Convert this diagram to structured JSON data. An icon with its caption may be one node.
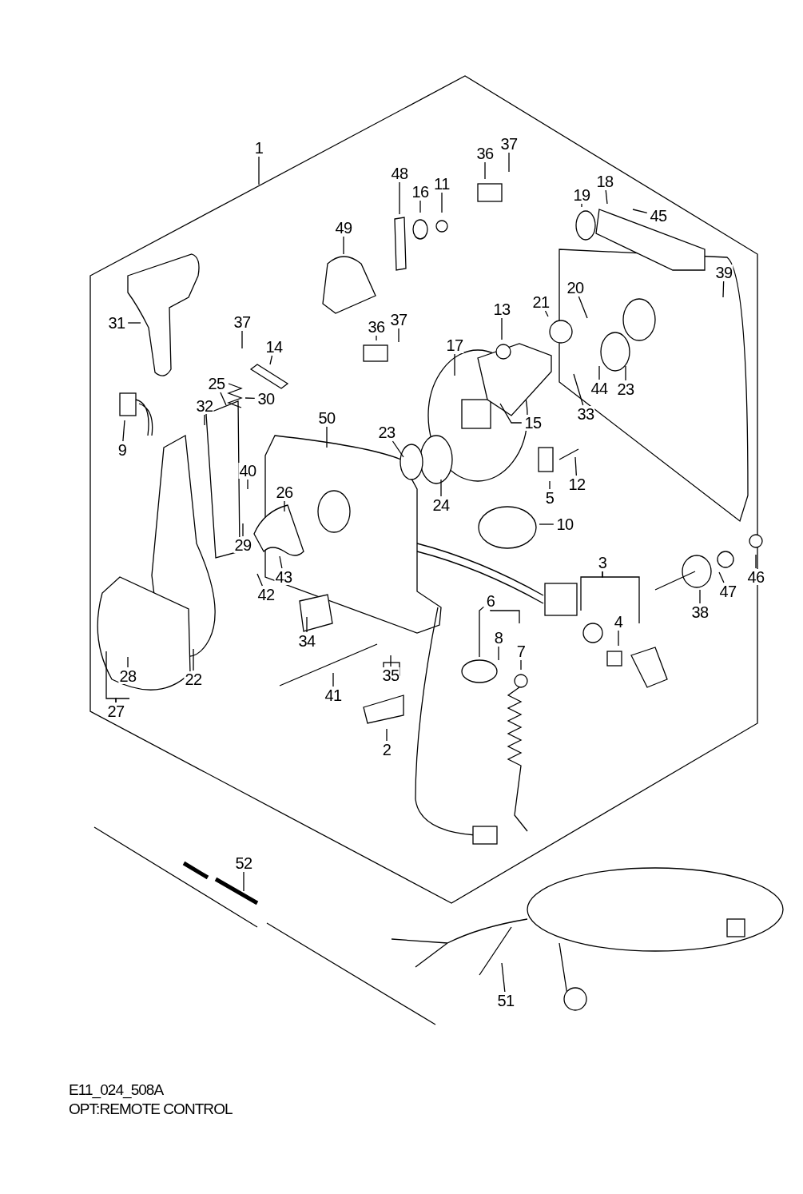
{
  "diagram": {
    "caption": "OPT:REMOTE CONTROL",
    "nodes": [
      {
        "text": [
          "1"
        ]
      },
      {
        "text": [
          "37"
        ]
      },
      {
        "text": [
          "36"
        ]
      },
      {
        "text": [
          "48"
        ]
      },
      {
        "text": [
          "18"
        ]
      },
      {
        "text": [
          "11"
        ]
      },
      {
        "text": [
          "16"
        ]
      },
      {
        "text": [
          "19"
        ]
      },
      {
        "text": [
          "45"
        ]
      },
      {
        "text": [
          "49"
        ]
      },
      {
        "text": [
          "39"
        ]
      },
      {
        "text": [
          "20"
        ]
      },
      {
        "text": [
          "21"
        ]
      },
      {
        "text": [
          "13"
        ]
      },
      {
        "text": [
          "37"
        ]
      },
      {
        "text": [
          "31"
        ]
      },
      {
        "text": [
          "37"
        ]
      },
      {
        "text": [
          "36"
        ]
      },
      {
        "text": [
          "14"
        ]
      },
      {
        "text": [
          "17"
        ]
      },
      {
        "text": [
          "25"
        ]
      },
      {
        "text": [
          "44"
        ]
      },
      {
        "text": [
          "23"
        ]
      },
      {
        "text": [
          "30"
        ]
      },
      {
        "text": [
          "32"
        ]
      },
      {
        "text": [
          "33"
        ]
      },
      {
        "text": [
          "50"
        ]
      },
      {
        "text": [
          "15"
        ]
      },
      {
        "text": [
          "23"
        ]
      },
      {
        "text": [
          "9"
        ]
      },
      {
        "text": [
          "40"
        ]
      },
      {
        "text": [
          "12"
        ]
      },
      {
        "text": [
          "26"
        ]
      },
      {
        "text": [
          "5"
        ]
      },
      {
        "text": [
          "24"
        ]
      },
      {
        "text": [
          "10"
        ]
      },
      {
        "text": [
          "29"
        ]
      },
      {
        "text": [
          "3"
        ]
      },
      {
        "text": [
          "43"
        ]
      },
      {
        "text": [
          "46"
        ]
      },
      {
        "text": [
          "42"
        ]
      },
      {
        "text": [
          "47"
        ]
      },
      {
        "text": [
          "6"
        ]
      },
      {
        "text": [
          "38"
        ]
      },
      {
        "text": [
          "4"
        ]
      },
      {
        "text": [
          "8"
        ]
      },
      {
        "text": [
          "34"
        ]
      },
      {
        "text": [
          "7"
        ]
      },
      {
        "text": [
          "35"
        ]
      },
      {
        "text": [
          "22"
        ]
      },
      {
        "text": [
          "28"
        ]
      },
      {
        "text": [
          "41"
        ]
      },
      {
        "text": [
          "27"
        ]
      },
      {
        "text": [
          "2"
        ]
      },
      {
        "text": [
          "52"
        ]
      },
      {
        "text": [
          "51"
        ]
      }
    ],
    "edges": [
      {
        "from": 0,
        "to": null,
        "arrow": "none"
      },
      {
        "from": 1,
        "to": null,
        "arrow": "none"
      },
      {
        "from": 2,
        "to": null,
        "arrow": "none"
      },
      {
        "from": 3,
        "to": null,
        "arrow": "none"
      },
      {
        "from": 4,
        "to": null,
        "arrow": "none"
      },
      {
        "from": 5,
        "to": null,
        "arrow": "none"
      },
      {
        "from": 6,
        "to": null,
        "arrow": "none"
      },
      {
        "from": 7,
        "to": null,
        "arrow": "none"
      },
      {
        "from": 8,
        "to": null,
        "arrow": "none"
      },
      {
        "from": 9,
        "to": null,
        "arrow": "none"
      },
      {
        "from": 10,
        "to": null,
        "arrow": "none"
      },
      {
        "from": 11,
        "to": null,
        "arrow": "none"
      },
      {
        "from": 12,
        "to": null,
        "arrow": "none"
      },
      {
        "from": 13,
        "to": null,
        "arrow": "none"
      },
      {
        "from": 14,
        "to": null,
        "arrow": "none"
      },
      {
        "from": 15,
        "to": null,
        "arrow": "none"
      },
      {
        "from": 16,
        "to": null,
        "arrow": "none"
      },
      {
        "from": 17,
        "to": null,
        "arrow": "none"
      },
      {
        "from": 18,
        "to": null,
        "arrow": "none"
      },
      {
        "from": 19,
        "to": null,
        "arrow": "none"
      },
      {
        "from": 20,
        "to": null,
        "arrow": "none"
      },
      {
        "from": 21,
        "to": null,
        "arrow": "none"
      },
      {
        "from": 22,
        "to": null,
        "arrow": "none"
      },
      {
        "from": 23,
        "to": null,
        "arrow": "none"
      },
      {
        "from": 24,
        "to": null,
        "arrow": "none"
      },
      {
        "from": 25,
        "to": null,
        "arrow": "none"
      },
      {
        "from": 26,
        "to": null,
        "arrow": "none"
      },
      {
        "from": 27,
        "to": null,
        "arrow": "none"
      },
      {
        "from": 28,
        "to": null,
        "arrow": "none"
      },
      {
        "from": 29,
        "to": null,
        "arrow": "none"
      },
      {
        "from": 30,
        "to": null,
        "arrow": "none"
      },
      {
        "from": 31,
        "to": null,
        "arrow": "none"
      },
      {
        "from": 32,
        "to": null,
        "arrow": "none"
      },
      {
        "from": 33,
        "to": null,
        "arrow": "none"
      },
      {
        "from": 34,
        "to": null,
        "arrow": "none"
      },
      {
        "from": 35,
        "to": null,
        "arrow": "none"
      },
      {
        "from": 36,
        "to": null,
        "arrow": "none"
      },
      {
        "from": 37,
        "to": null,
        "arrow": "none"
      },
      {
        "from": 38,
        "to": null,
        "arrow": "none"
      },
      {
        "from": 39,
        "to": null,
        "arrow": "none"
      },
      {
        "from": 40,
        "to": null,
        "arrow": "none"
      },
      {
        "from": 41,
        "to": null,
        "arrow": "none"
      },
      {
        "from": 42,
        "to": null,
        "arrow": "none"
      },
      {
        "from": 43,
        "to": null,
        "arrow": "none"
      },
      {
        "from": 44,
        "to": null,
        "arrow": "none"
      },
      {
        "from": 45,
        "to": null,
        "arrow": "none"
      },
      {
        "from": 46,
        "to": null,
        "arrow": "none"
      },
      {
        "from": 47,
        "to": null,
        "arrow": "none"
      },
      {
        "from": 48,
        "to": null,
        "arrow": "none"
      },
      {
        "from": 49,
        "to": null,
        "arrow": "none"
      },
      {
        "from": 50,
        "to": null,
        "arrow": "none"
      },
      {
        "from": 51,
        "to": null,
        "arrow": "none"
      },
      {
        "from": 52,
        "to": null,
        "arrow": "none"
      },
      {
        "from": 53,
        "to": null,
        "arrow": "none"
      },
      {
        "from": 54,
        "to": null,
        "arrow": "none"
      },
      {
        "from": 55,
        "to": null,
        "arrow": "none"
      },
      {
        "from": 37,
        "to": null,
        "arrow": "none"
      },
      {
        "from": 42,
        "to": null,
        "arrow": "none"
      },
      {
        "from": 52,
        "to": null,
        "arrow": "none"
      }
    ],
    "labels": [
      "E11_024_508A"
    ]
  }
}
